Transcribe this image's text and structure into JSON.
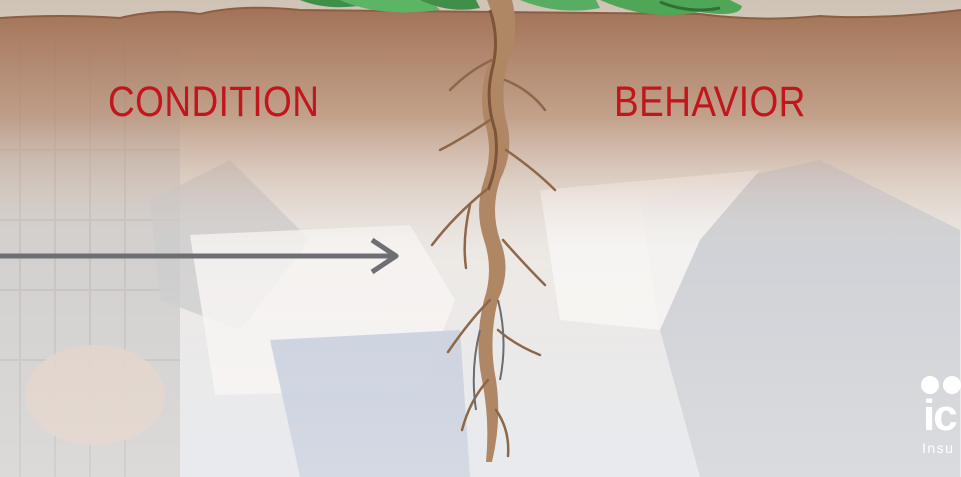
{
  "labels": {
    "left": "CONDITION",
    "right": "BEHAVIOR"
  },
  "logo": {
    "text": "ic",
    "subtext": "Insu"
  },
  "colors": {
    "label": "#c0161c",
    "soil": "#a27256",
    "arrow": "#6f6f73",
    "root": "#9b6f4f",
    "leaf": "#4fa657"
  },
  "icons": [
    "arrow-right-icon",
    "plant-root-icon",
    "leaves-icon"
  ]
}
